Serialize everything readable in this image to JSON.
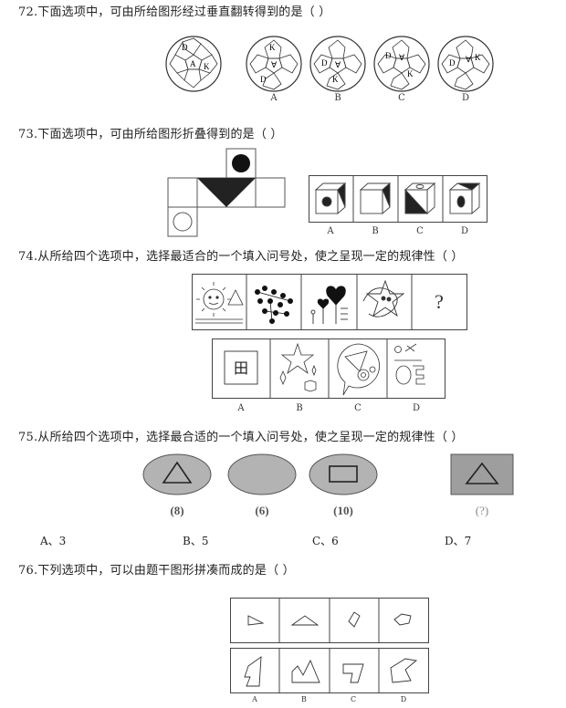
{
  "questions": {
    "q72": {
      "text": "72.下面选项中，可由所给图形经过垂直翻转得到的是（    ）",
      "options": [
        "A",
        "B",
        "C",
        "D"
      ]
    },
    "q73": {
      "text": "73.下面选项中，可由所给图形折叠得到的是（    ）",
      "options": [
        "A",
        "B",
        "C",
        "D"
      ]
    },
    "q74": {
      "text": "74.从所给四个选项中，选择最适合的一个填入问号处，使之呈现一定的规律性（    ）",
      "question_mark": "?",
      "char_tian": "田",
      "options": [
        "A",
        "B",
        "C",
        "D"
      ]
    },
    "q75": {
      "text": "75.从所给四个选项中，选择最合适的一个填入问号处，使之呈现一定的规律性（    ）",
      "values": [
        "(8)",
        "(6)",
        "(10)",
        "(?)"
      ],
      "answers": [
        "A、3",
        "B、5",
        "C、6",
        "D、7"
      ]
    },
    "q76": {
      "text": "76.下列选项中，可以由题干图形拼凑而成的是（    ）",
      "options": [
        "A",
        "B",
        "C",
        "D"
      ]
    }
  },
  "balls": {
    "given": [
      "D",
      "A",
      "K"
    ],
    "a": [
      "K",
      "∀",
      "D"
    ],
    "b": [
      "D",
      "∀",
      "K"
    ],
    "c": [
      "D",
      "∀",
      "K"
    ],
    "d": [
      "D",
      "∀",
      "K"
    ]
  }
}
